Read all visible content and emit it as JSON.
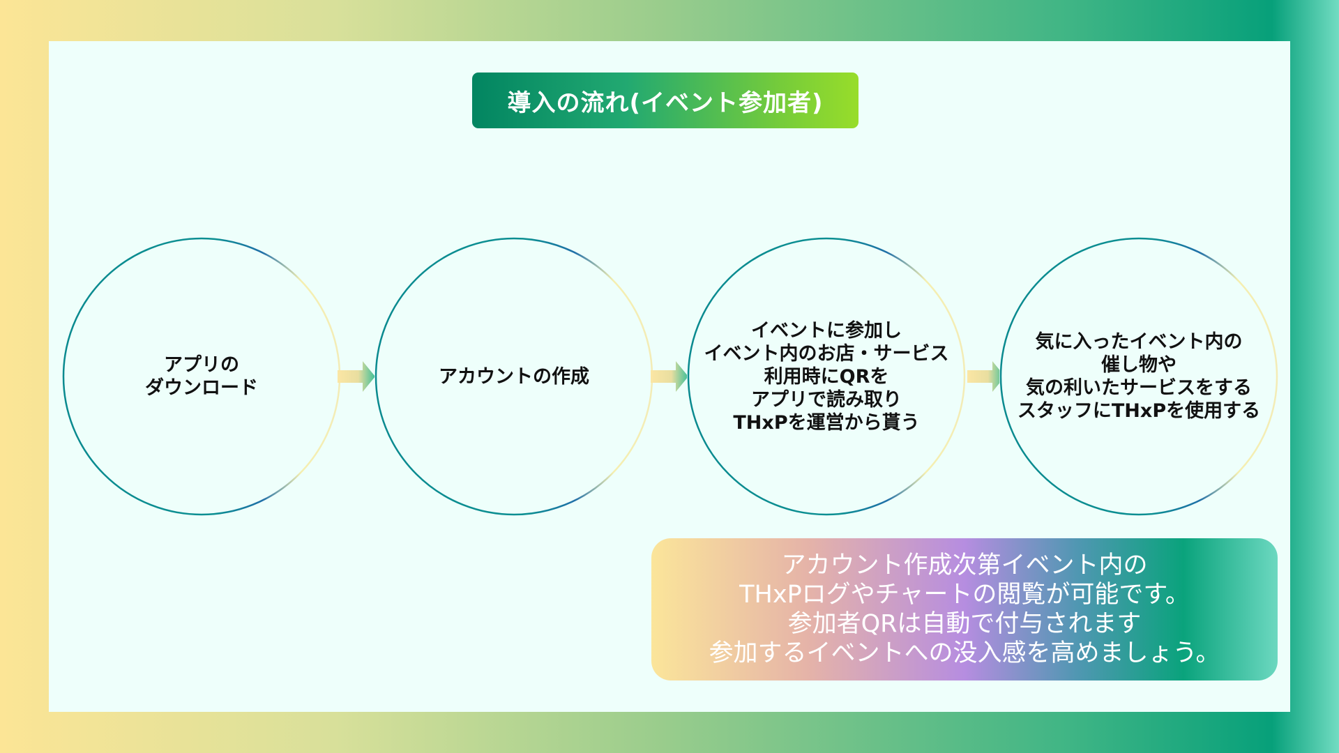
{
  "title": "導入の流れ(イベント参加者)",
  "steps": [
    {
      "label": "アプリの\nダウンロード"
    },
    {
      "label": "アカウントの作成"
    },
    {
      "label": "イベントに参加し\nイベント内のお店・サービス\n利用時にQRを\nアプリで読み取り\nTHxPを運営から貰う"
    },
    {
      "label": "気に入ったイベント内の\n催し物や\n気の利いたサービスをする\nスタッフにTHxPを使用する"
    }
  ],
  "note": "アカウント作成次第イベント内の\nTHxPログやチャートの閲覧が可能です。\n参加者QRは自動で付与されます\n参加するイベントへの没入感を高めましょう。",
  "colors": {
    "circle_ring": "#0a8a8f",
    "circle_ring_accent": "#1f6fa8",
    "circle_ring_light": "#f5efb0",
    "arrow_start": "#fbe6a4",
    "arrow_end": "#3fbf97"
  }
}
